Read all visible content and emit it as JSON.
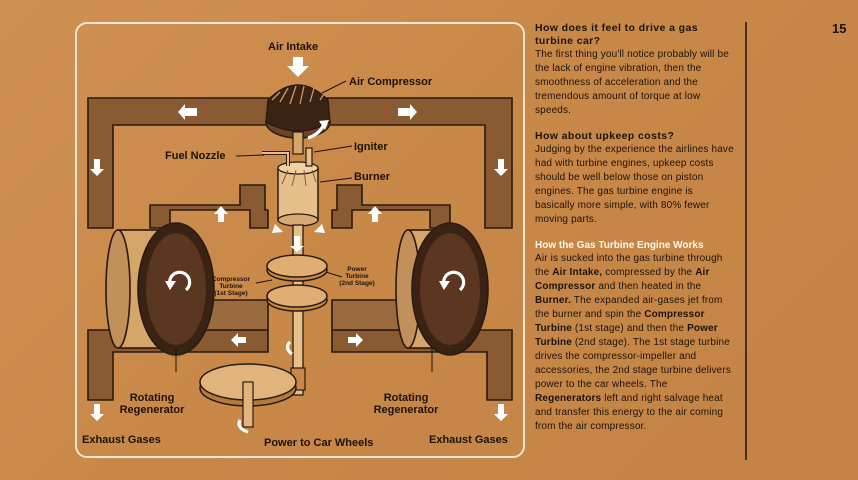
{
  "page_number": "15",
  "diagram": {
    "labels": {
      "air_intake": "Air Intake",
      "air_compressor": "Air Compressor",
      "igniter": "Igniter",
      "fuel_nozzle": "Fuel Nozzle",
      "burner": "Burner",
      "compressor_turbine_1": "Compressor",
      "compressor_turbine_2": "Turbine",
      "compressor_turbine_3": "(1st Stage)",
      "power_turbine_1": "Power",
      "power_turbine_2": "Turbine",
      "power_turbine_3": "(2nd Stage)",
      "rotating_regenerator_left_1": "Rotating",
      "rotating_regenerator_left_2": "Regenerator",
      "rotating_regenerator_right_1": "Rotating",
      "rotating_regenerator_right_2": "Regenerator",
      "exhaust_left": "Exhaust Gases",
      "exhaust_right": "Exhaust Gases",
      "power_to_wheels": "Power to Car Wheels"
    },
    "colors": {
      "duct": "#8a5a33",
      "outline": "#2a1a10",
      "arrow": "#ffffff",
      "panel_border": "#f3e6d2"
    }
  },
  "text": {
    "q1": "How does it feel to drive a gas turbine car?",
    "a1": "The first thing you'll notice probably will be the lack of engine vibration, then the smoothness of acceleration and the tremendous amount of torque at low speeds.",
    "q2": "How about upkeep costs?",
    "a2": "Judging by the experience the airlines have had with turbine engines, upkeep costs should be well below those on piston engines. The gas turbine engine is basically more simple, with 80% fewer moving parts.",
    "h3": "How the Gas Turbine Engine Works",
    "a3": {
      "s1": "Air is sucked into the gas turbine through the ",
      "b1": "Air Intake,",
      "s2": " compressed by the ",
      "b2": "Air Compressor",
      "s3": " and then heated in the ",
      "b3": "Burner.",
      "s4": " The expanded air-gases jet from the burner and spin the ",
      "b4": "Compressor Turbine",
      "s5": " (1st stage) and then the ",
      "b5": "Power Turbine",
      "s6": " (2nd stage). The 1st stage turbine drives the compressor-impeller and accessories, the 2nd stage turbine delivers power to the car wheels. The ",
      "b6": "Regenerators",
      "s7": " left and right salvage heat and transfer this energy to the air coming from the air compressor."
    }
  }
}
